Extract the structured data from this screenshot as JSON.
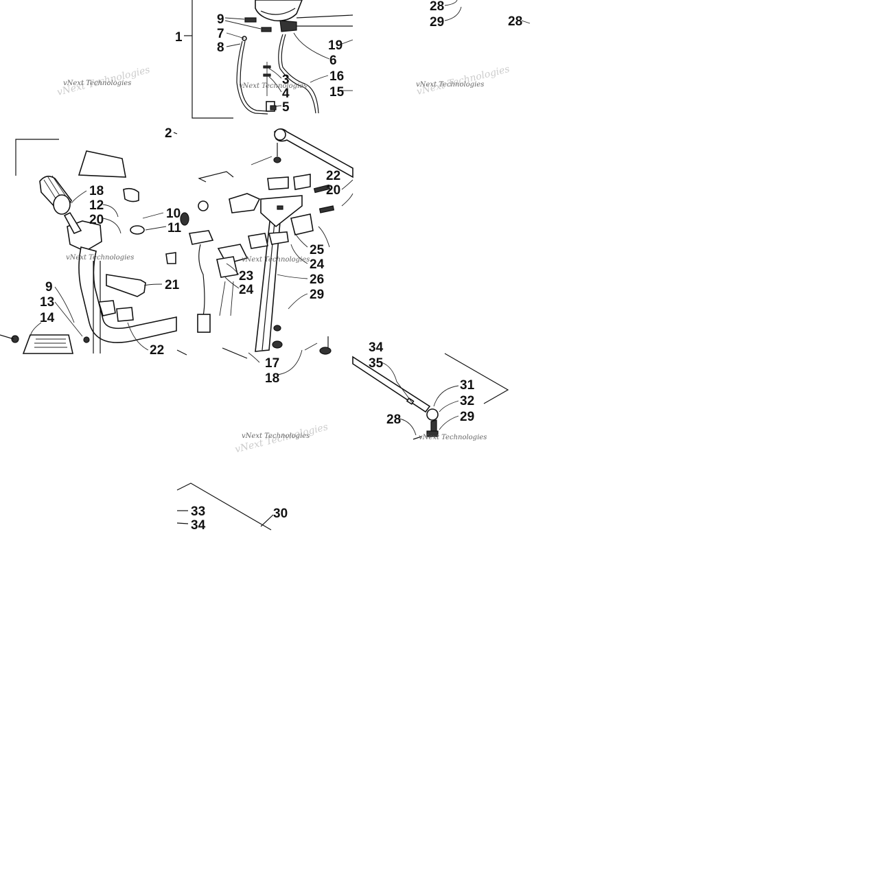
{
  "callouts": [
    "1",
    "2",
    "3",
    "4",
    "5",
    "6",
    "7",
    "8",
    "9",
    "9",
    "10",
    "11",
    "12",
    "13",
    "14",
    "15",
    "16",
    "17",
    "18",
    "18",
    "19",
    "20",
    "20",
    "21",
    "22",
    "22",
    "23",
    "24",
    "24",
    "25",
    "26",
    "28",
    "28",
    "28",
    "29",
    "29",
    "29",
    "30",
    "31",
    "32",
    "33",
    "34",
    "34",
    "35"
  ],
  "watermark": "vNext Technologies",
  "icons": {
    "handlebar": "handlebar-icon",
    "grip": "hand-grip-icon",
    "steering_post": "steering-post-icon",
    "tie_rod": "tie-rod-icon",
    "cable": "throttle-cable-icon",
    "switch": "switch-housing-icon",
    "bracket": "mounting-bracket-icon",
    "bolt": "bolt-icon",
    "nut": "nut-icon"
  }
}
